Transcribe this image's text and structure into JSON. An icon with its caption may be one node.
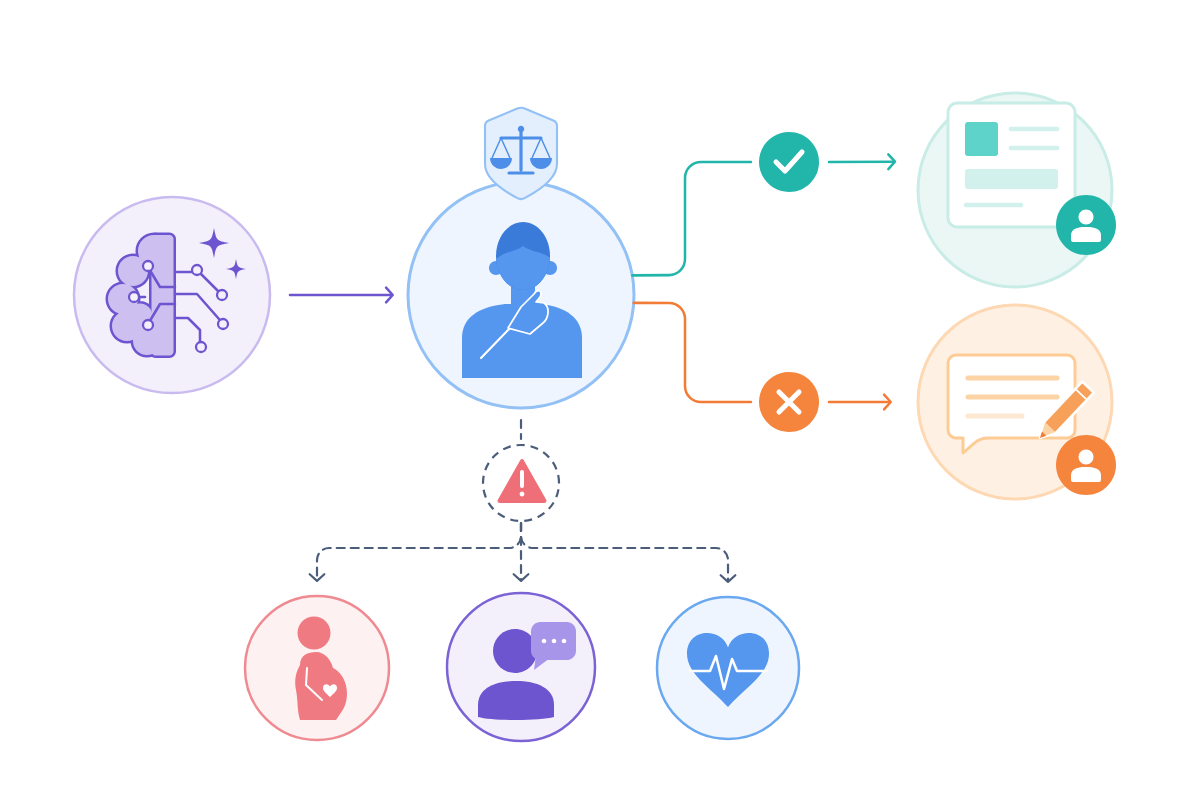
{
  "diagram": {
    "nodes": [
      {
        "text": [],
        "shape": "circle"
      },
      {
        "text": [],
        "shape": "circle"
      },
      {
        "text": [],
        "shape": "circle"
      },
      {
        "text": [],
        "shape": "circle"
      },
      {
        "text": [],
        "shape": "circle"
      },
      {
        "text": [],
        "shape": "circle"
      },
      {
        "text": [],
        "shape": "circle"
      },
      {
        "text": [],
        "shape": "circle"
      },
      {
        "text": [],
        "shape": "circle"
      },
      {
        "text": [],
        "shape": "circle"
      }
    ],
    "edges": [
      {
        "from": 0,
        "to": 1,
        "arrow": "to",
        "color": "#6d55d0"
      },
      {
        "from": 1,
        "to": 2,
        "arrow": "none",
        "color": "#22b5aa"
      },
      {
        "from": 2,
        "to": 3,
        "arrow": "to",
        "color": "#22b5aa"
      },
      {
        "from": 1,
        "to": 4,
        "arrow": "none",
        "color": "#f27b35"
      },
      {
        "from": 4,
        "to": 5,
        "arrow": "to",
        "color": "#f27b35"
      },
      {
        "from": 1,
        "to": 6,
        "arrow": "none",
        "style": "dashed"
      },
      {
        "from": 6,
        "to": 7,
        "arrow": "to",
        "style": "dashed"
      },
      {
        "from": 6,
        "to": 8,
        "arrow": "to",
        "style": "dashed"
      },
      {
        "from": 6,
        "to": 9,
        "arrow": "to",
        "style": "dashed"
      }
    ]
  }
}
